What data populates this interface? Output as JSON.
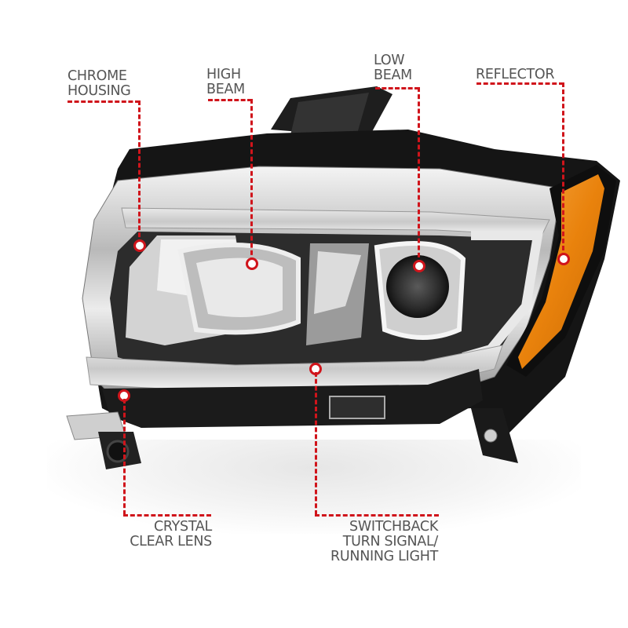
{
  "callouts": [
    {
      "id": "chrome-housing",
      "label": "CHROME\nHOUSING"
    },
    {
      "id": "high-beam",
      "label": "HIGH\nBEAM"
    },
    {
      "id": "low-beam",
      "label": "LOW\nBEAM"
    },
    {
      "id": "reflector",
      "label": "REFLECTOR"
    },
    {
      "id": "crystal-clear-lens",
      "label": "CRYSTAL\nCLEAR LENS"
    },
    {
      "id": "switchback",
      "label": "SWITCHBACK\nTURN SIGNAL/\nRUNNING LIGHT"
    }
  ],
  "colors": {
    "callout_red": "#d0141b",
    "label_gray": "#555555",
    "amber": "#f08a12"
  }
}
